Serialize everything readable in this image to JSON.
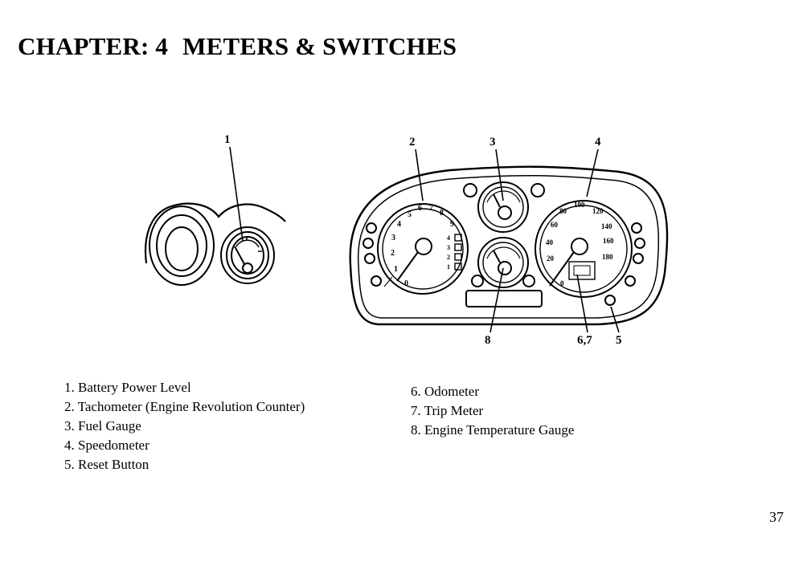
{
  "page": {
    "chapter_label": "CHAPTER: 4",
    "chapter_title": "METERS & SWITCHES",
    "page_number": "37"
  },
  "figure": {
    "callouts": [
      "1",
      "2",
      "3",
      "4",
      "8",
      "6,7",
      "5"
    ],
    "tachometer_numbers": [
      "0",
      "1",
      "2",
      "3",
      "4",
      "5",
      "6",
      "7",
      "8",
      "9"
    ],
    "speedometer_numbers": [
      "0",
      "20",
      "40",
      "60",
      "80",
      "100",
      "120",
      "140",
      "160",
      "180"
    ],
    "gear_positions": [
      "4",
      "3",
      "2",
      "1"
    ]
  },
  "legend": {
    "left": [
      "1. Battery Power Level",
      "2. Tachometer (Engine Revolution Counter)",
      "3. Fuel Gauge",
      "4. Speedometer",
      "5. Reset Button"
    ],
    "right": [
      "6. Odometer",
      "7. Trip Meter",
      "8. Engine Temperature Gauge"
    ]
  }
}
